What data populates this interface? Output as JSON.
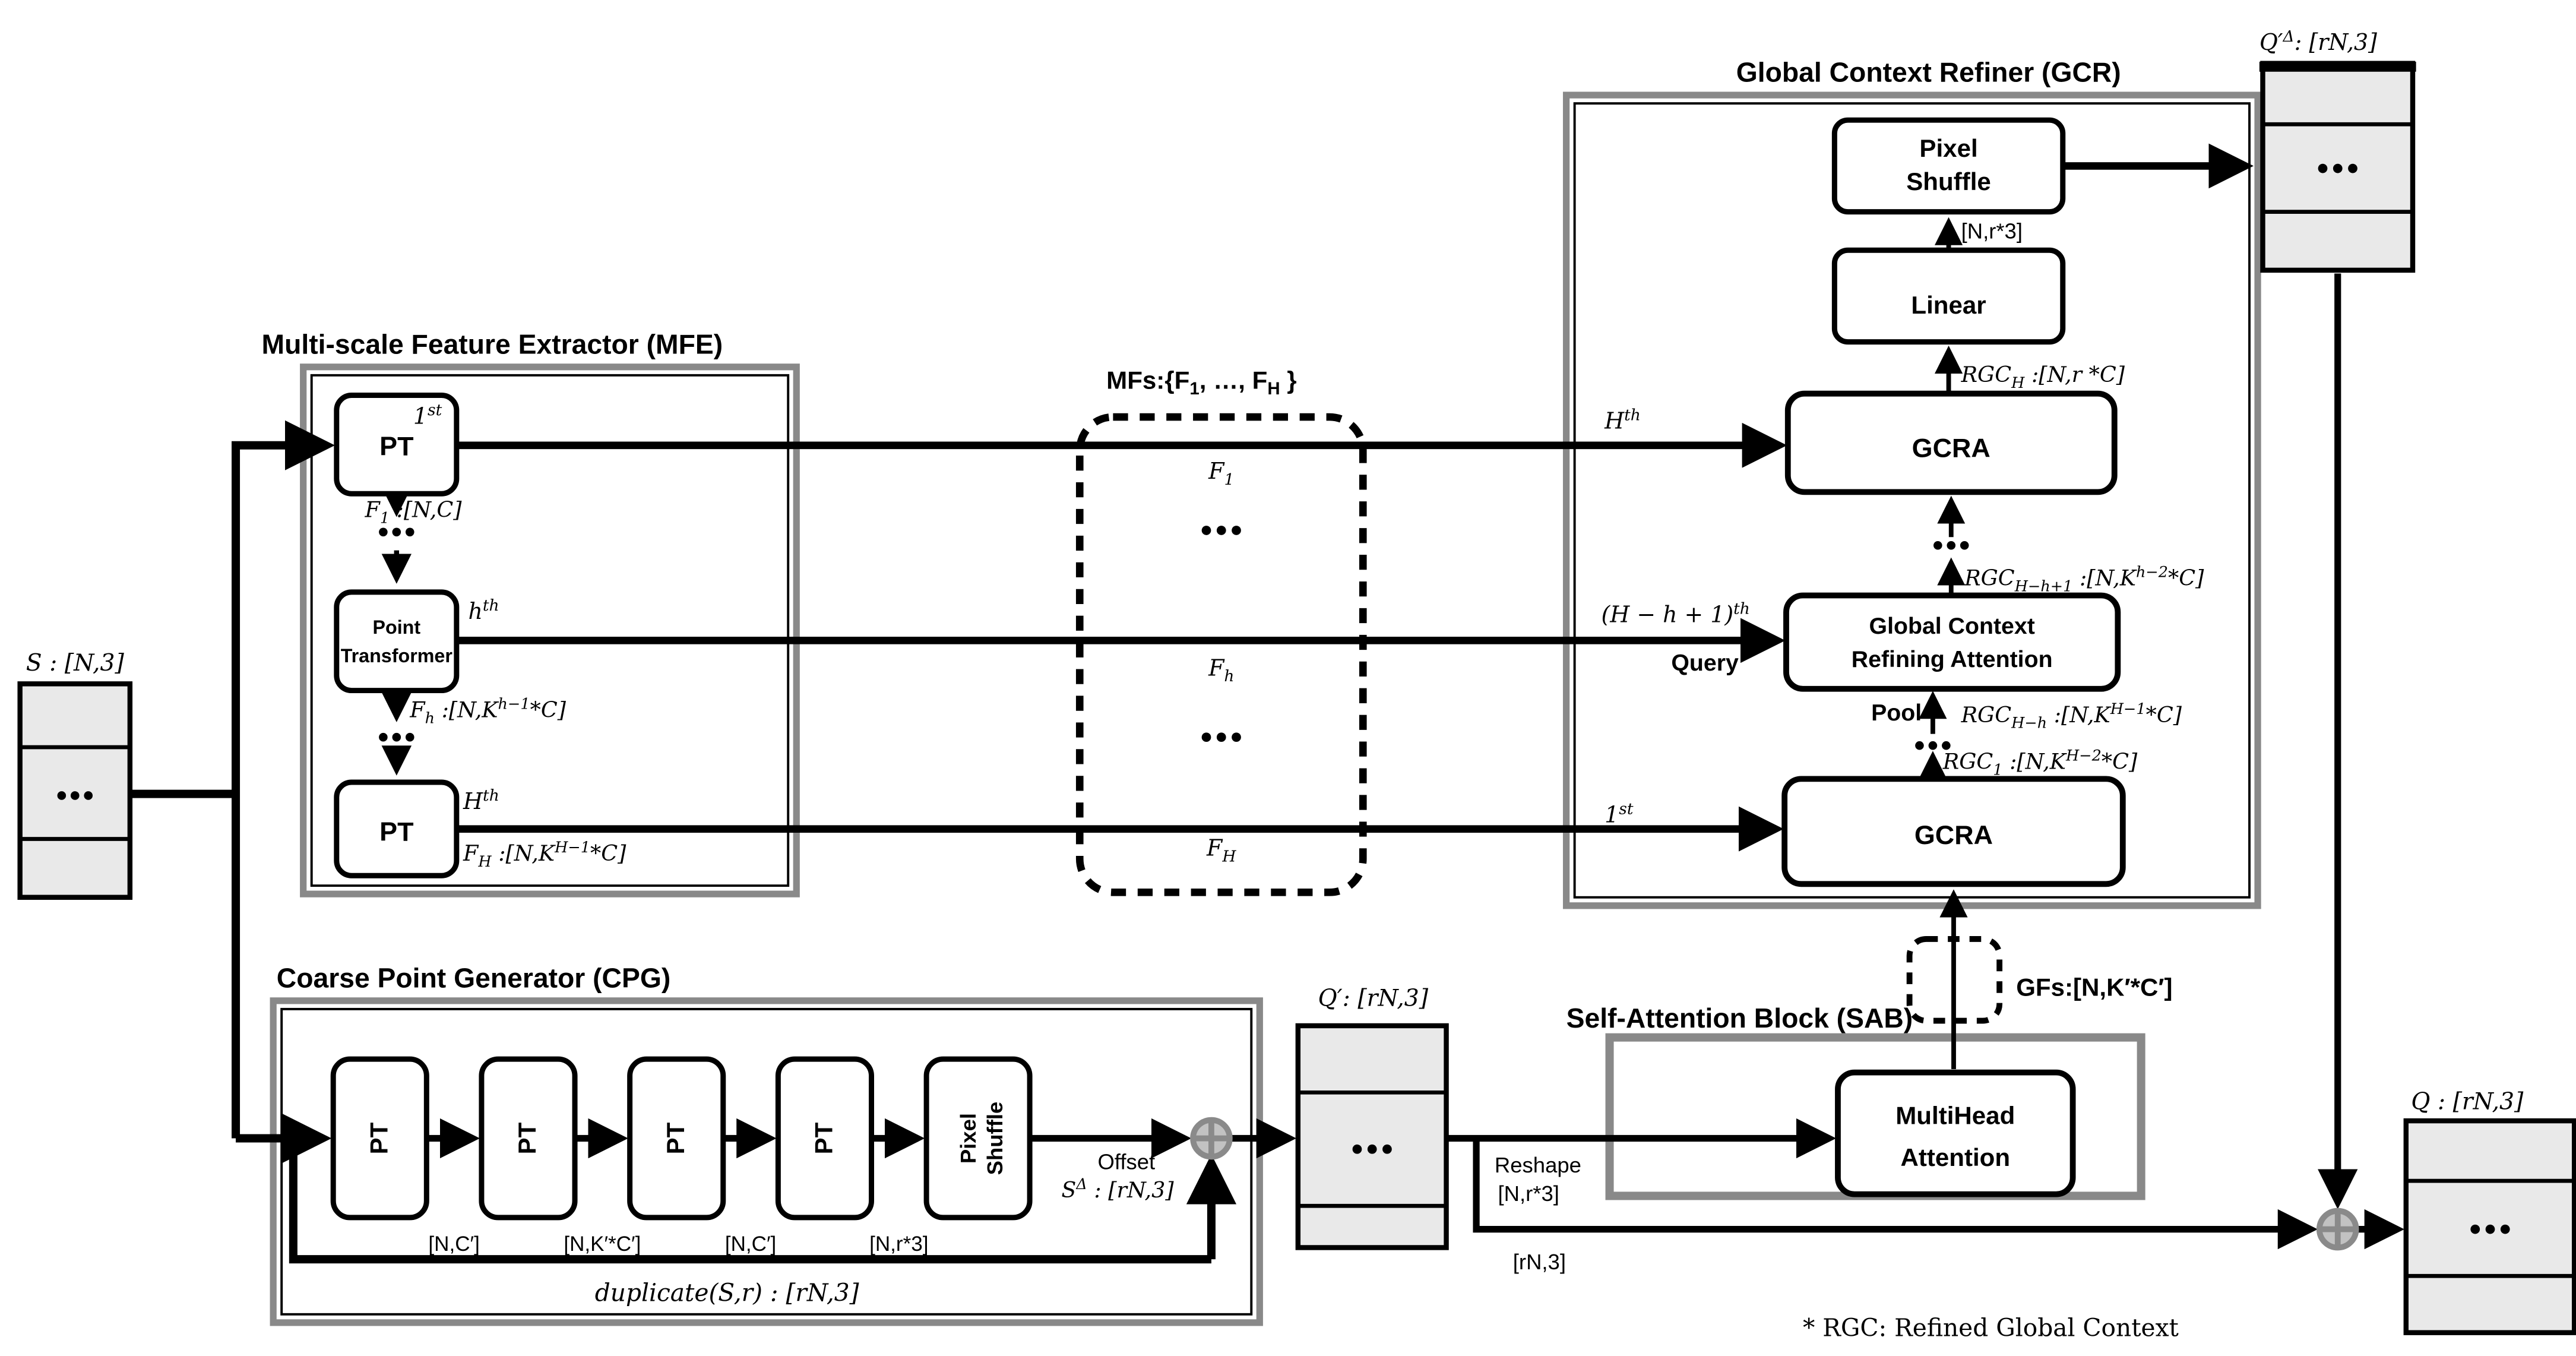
{
  "colors": {
    "background": "#ffffff",
    "ink": "#000000",
    "container_gray": "#898989",
    "stack_fill": "#e9e9e9",
    "oplus_gray": "#8a8a8a",
    "oplus_fill": "#c2c2c2"
  },
  "titles": {
    "mfe": "Multi-scale Feature Extractor (MFE)",
    "cpg": "Coarse Point Generator (CPG)",
    "gcr": "Global Context Refiner (GCR)",
    "sab": "Self-Attention Block (SAB)",
    "mfs": "MFs:{F_{1}, …, F_{H} }",
    "footnote": "* RGC: Refined Global Context"
  },
  "stacks": {
    "s": "S : [N,3]",
    "q_prime": "Q′: [rN,3]",
    "q_prime_delta": "Q′^{Δ}: [rN,3]",
    "q": "Q : [rN,3]"
  },
  "mfe": {
    "pt": "PT",
    "point_transformer": [
      "Point",
      "Transformer"
    ],
    "ord_first": "1^{st}",
    "ord_h": "h^{th}",
    "ord_H": "H^{th}",
    "f1": "F_{1} :[N,C]",
    "fh": "F_{h} :[N,K^{h−1}*C]",
    "fH": "F_{H} :[N,K^{H−1}*C]"
  },
  "mfs": {
    "f1": "F_{1}",
    "fh": "F_{h}",
    "fH": "F_{H}"
  },
  "cpg": {
    "pt": "PT",
    "pixel_shuffle": [
      "Pixel",
      "Shuffle"
    ],
    "dims": [
      "[N,C′]",
      "[N,K′*C′]",
      "[N,C′]",
      "[N,r*3]"
    ],
    "offset": "Offset",
    "s_delta": "S^{Δ} : [rN,3]",
    "duplicate": "duplicate(S,r) : [rN,3]"
  },
  "gcr": {
    "pixel_shuffle": [
      "Pixel",
      "Shuffle"
    ],
    "linear": "Linear",
    "gcra": "GCRA",
    "refining": [
      "Global Context",
      "Refining Attention"
    ],
    "nr3": "[N,r*3]",
    "rgc_H": "RGC_{H} :[N,r *C]",
    "rgc_Hh1": "RGC_{H−h+1} :[N,K^{h−2}*C]",
    "rgc_Hh": "RGC_{H−h} :[N,K^{H−1}*C]",
    "rgc_1": "RGC_{1} :[N,K^{H−2}*C]",
    "ord_H": "H^{th}",
    "ord_Hh1": "(H − h + 1)^{th}",
    "ord_1": "1^{st}",
    "query": "Query",
    "pool": "Pool",
    "gfs": "GFs:[N,K′*C′]"
  },
  "sab": {
    "mha": [
      "MultiHead",
      "Attention"
    ],
    "reshape": [
      "Reshape",
      "[N,r*3]"
    ],
    "rn3": "[rN,3]"
  }
}
